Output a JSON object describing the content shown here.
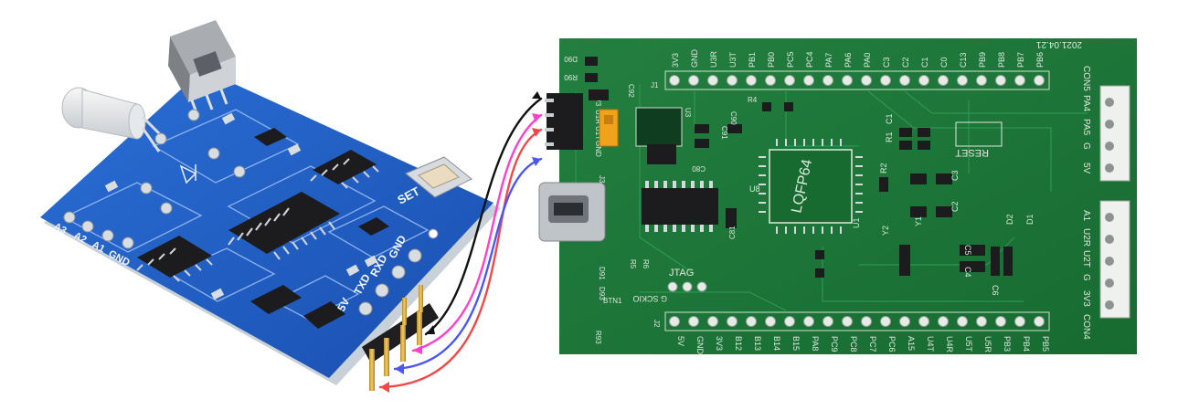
{
  "blue_board": {
    "color": "#1f5fc7",
    "edge_color": "#3b7be0",
    "analog_labels": [
      "A3",
      "A2",
      "A1",
      "GND"
    ],
    "uart_labels": [
      "5V",
      "TXD",
      "RXD",
      "GND"
    ],
    "set_label": "SET"
  },
  "green_board": {
    "color": "#1e7a3a",
    "date_label": "2021.04.21",
    "mcu_label": "LQFP64",
    "reset_label": "RESET",
    "jtag_label": "JTAG",
    "jtag_pins": "G SCKIO",
    "top_header": [
      "3V3",
      "GND",
      "U3R",
      "U3T",
      "PB1",
      "PB0",
      "PC5",
      "PC4",
      "PA7",
      "PA6",
      "PA0",
      "C3",
      "C2",
      "C1",
      "C0",
      "C13",
      "PB9",
      "PB8",
      "PB7",
      "PB6"
    ],
    "bottom_header": [
      "5V",
      "GND",
      "3V3",
      "B12",
      "B13",
      "B14",
      "B15",
      "PA8",
      "PC9",
      "PC8",
      "PC7",
      "PC6",
      "A15",
      "U4T",
      "U4R",
      "U5T",
      "U5R",
      "PB3",
      "PB4",
      "PB5"
    ],
    "con5_label": "CON5",
    "con5_pins": [
      "PA4",
      "PA5",
      "G",
      "5V"
    ],
    "con4_label": "CON4",
    "con4_pins": [
      "A1",
      "U2R",
      "U2T",
      "G",
      "3V3"
    ],
    "j1_labels": [
      "3V3",
      "U1R",
      "U1T",
      "GND"
    ],
    "component_labels": [
      "J1",
      "U3",
      "C90",
      "C91",
      "R4",
      "C1",
      "R1",
      "R2",
      "C3",
      "C2",
      "Y1",
      "Y2",
      "D2",
      "D1",
      "C5",
      "C4",
      "C6",
      "U1",
      "U8",
      "C81",
      "C80",
      "C92",
      "R5",
      "R6",
      "D91",
      "D93",
      "BTN1",
      "R93",
      "J2",
      "J3",
      "R90",
      "D90"
    ]
  },
  "wires": [
    {
      "color": "#111111"
    },
    {
      "color": "#ff40c8"
    },
    {
      "color": "#f04848"
    },
    {
      "color": "#4c57f2"
    }
  ]
}
